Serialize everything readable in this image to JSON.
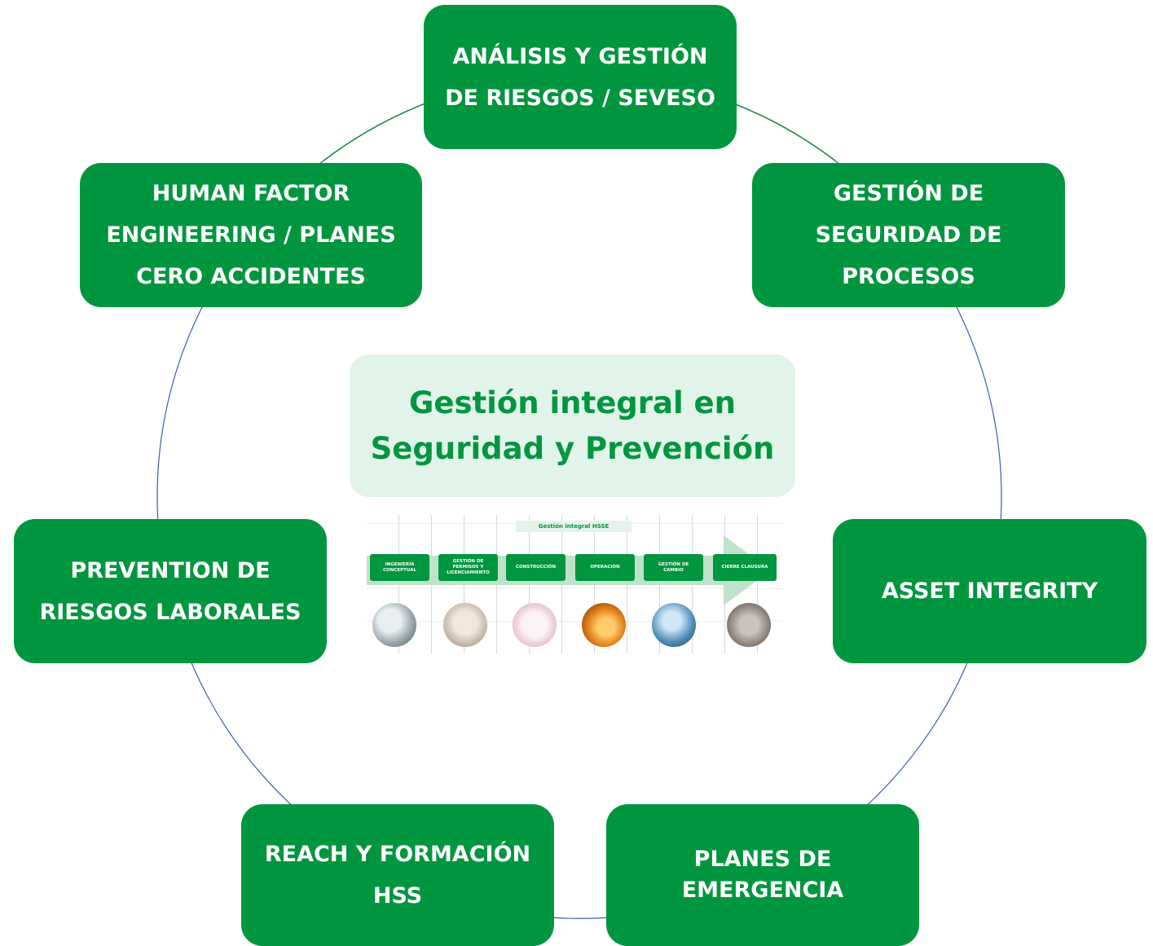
{
  "center_title": "Gestión integral en\nSeguridad y Prevención",
  "nodes": {
    "riesgos_seveso": "ANÁLISIS Y GESTIÓN\nDE RIESGOS / SEVESO",
    "seguridad_procesos": "GESTIÓN DE\nSEGURIDAD DE\nPROCESOS",
    "asset_integrity": "ASSET INTEGRITY",
    "planes_emergencia": "PLANES DE\nEMERGENCIA",
    "reach_formacion": "REACH Y FORMACIÓN\nHSS",
    "riesgos_laborales": "PREVENTION DE\nRIESGOS LABORALES",
    "human_factor": "HUMAN FACTOR\nENGINEERING / PLANES\nCERO ACCIDENTES"
  },
  "hsse_image": {
    "header": "Gestión integral HSSE",
    "phases": [
      "INGENIERÍA\nCONCEPTUAL",
      "GESTIÓN DE\nPERMISOS Y\nLICENCIAMIENTO",
      "CONSTRUCCIÓN",
      "OPERACIÓN",
      "GESTIÓN DE\nCAMBIO",
      "CIERRE CLAUSURA"
    ],
    "photo_icons": [
      "engineering-photo",
      "permits-photo",
      "construction-plan-photo",
      "power-lines-photo",
      "tablet-worker-photo",
      "city-aerial-photo"
    ]
  },
  "colors": {
    "node_fill": "#00963f",
    "center_fill": "#e2f3e9",
    "center_text": "#00963f",
    "ring_green": "#1a8a45",
    "ring_blue": "#3a5fb0"
  }
}
